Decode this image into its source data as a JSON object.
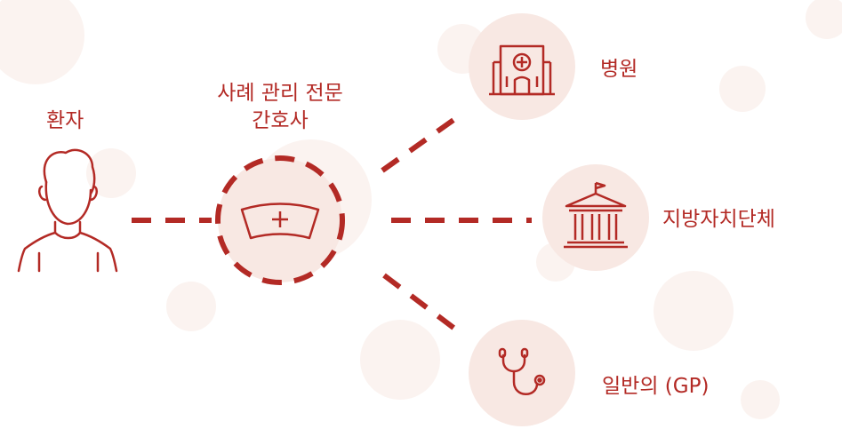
{
  "colors": {
    "accent": "#b32a25",
    "node_fill": "#f8e8e3",
    "bubble": "#fbf3f0"
  },
  "icons": [
    "person-icon",
    "nurse-cap-icon",
    "hospital-icon",
    "government-building-icon",
    "stethoscope-icon"
  ],
  "nodes": {
    "patient": {
      "label": "환자"
    },
    "nurse": {
      "label_line1": "사례 관리 전문",
      "label_line2": "간호사"
    },
    "hospital": {
      "label": "병원"
    },
    "local_gov": {
      "label": "지방자치단체"
    },
    "gp": {
      "label": "일반의 (GP)"
    }
  }
}
